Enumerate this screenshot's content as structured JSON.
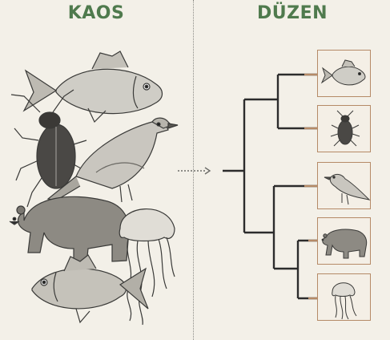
{
  "titles": {
    "left": "KAOS",
    "right": "DÜZEN"
  },
  "colors": {
    "title": "#4f7a4d",
    "background": "#f3f0e8",
    "tree_branch": "#2c2c2c",
    "box_border": "#b58a67"
  },
  "left_animals": [
    "fish",
    "beetle",
    "bird",
    "bear",
    "jellyfish",
    "fish"
  ],
  "tree_leaves": [
    "fish",
    "beetle",
    "bird",
    "bear",
    "jellyfish"
  ]
}
